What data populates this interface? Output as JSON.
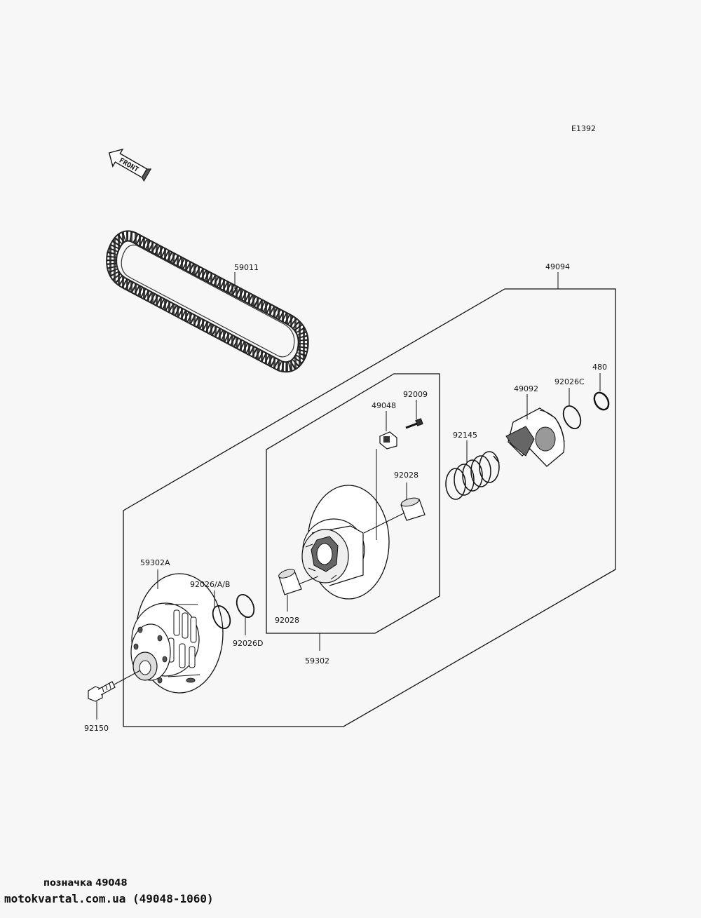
{
  "diagram_code": "E1392",
  "front_label": "FRONT",
  "parts": {
    "belt": "59011",
    "assembly": "49094",
    "sheave_assy": "59302",
    "fixed_sheave": "59302A",
    "shims_ab": "92026/A/B",
    "shim_d": "92026D",
    "shim_c": "92026C",
    "circlip": "480",
    "cam": "49092",
    "slider": "49048",
    "screw": "92009",
    "spring": "92145",
    "bushing_upper": "92028",
    "bushing_lower": "92028",
    "bolt": "92150"
  },
  "footer": {
    "line1": "позначка 49048",
    "line2": "motokvartal.com.ua (49048-1060)"
  }
}
